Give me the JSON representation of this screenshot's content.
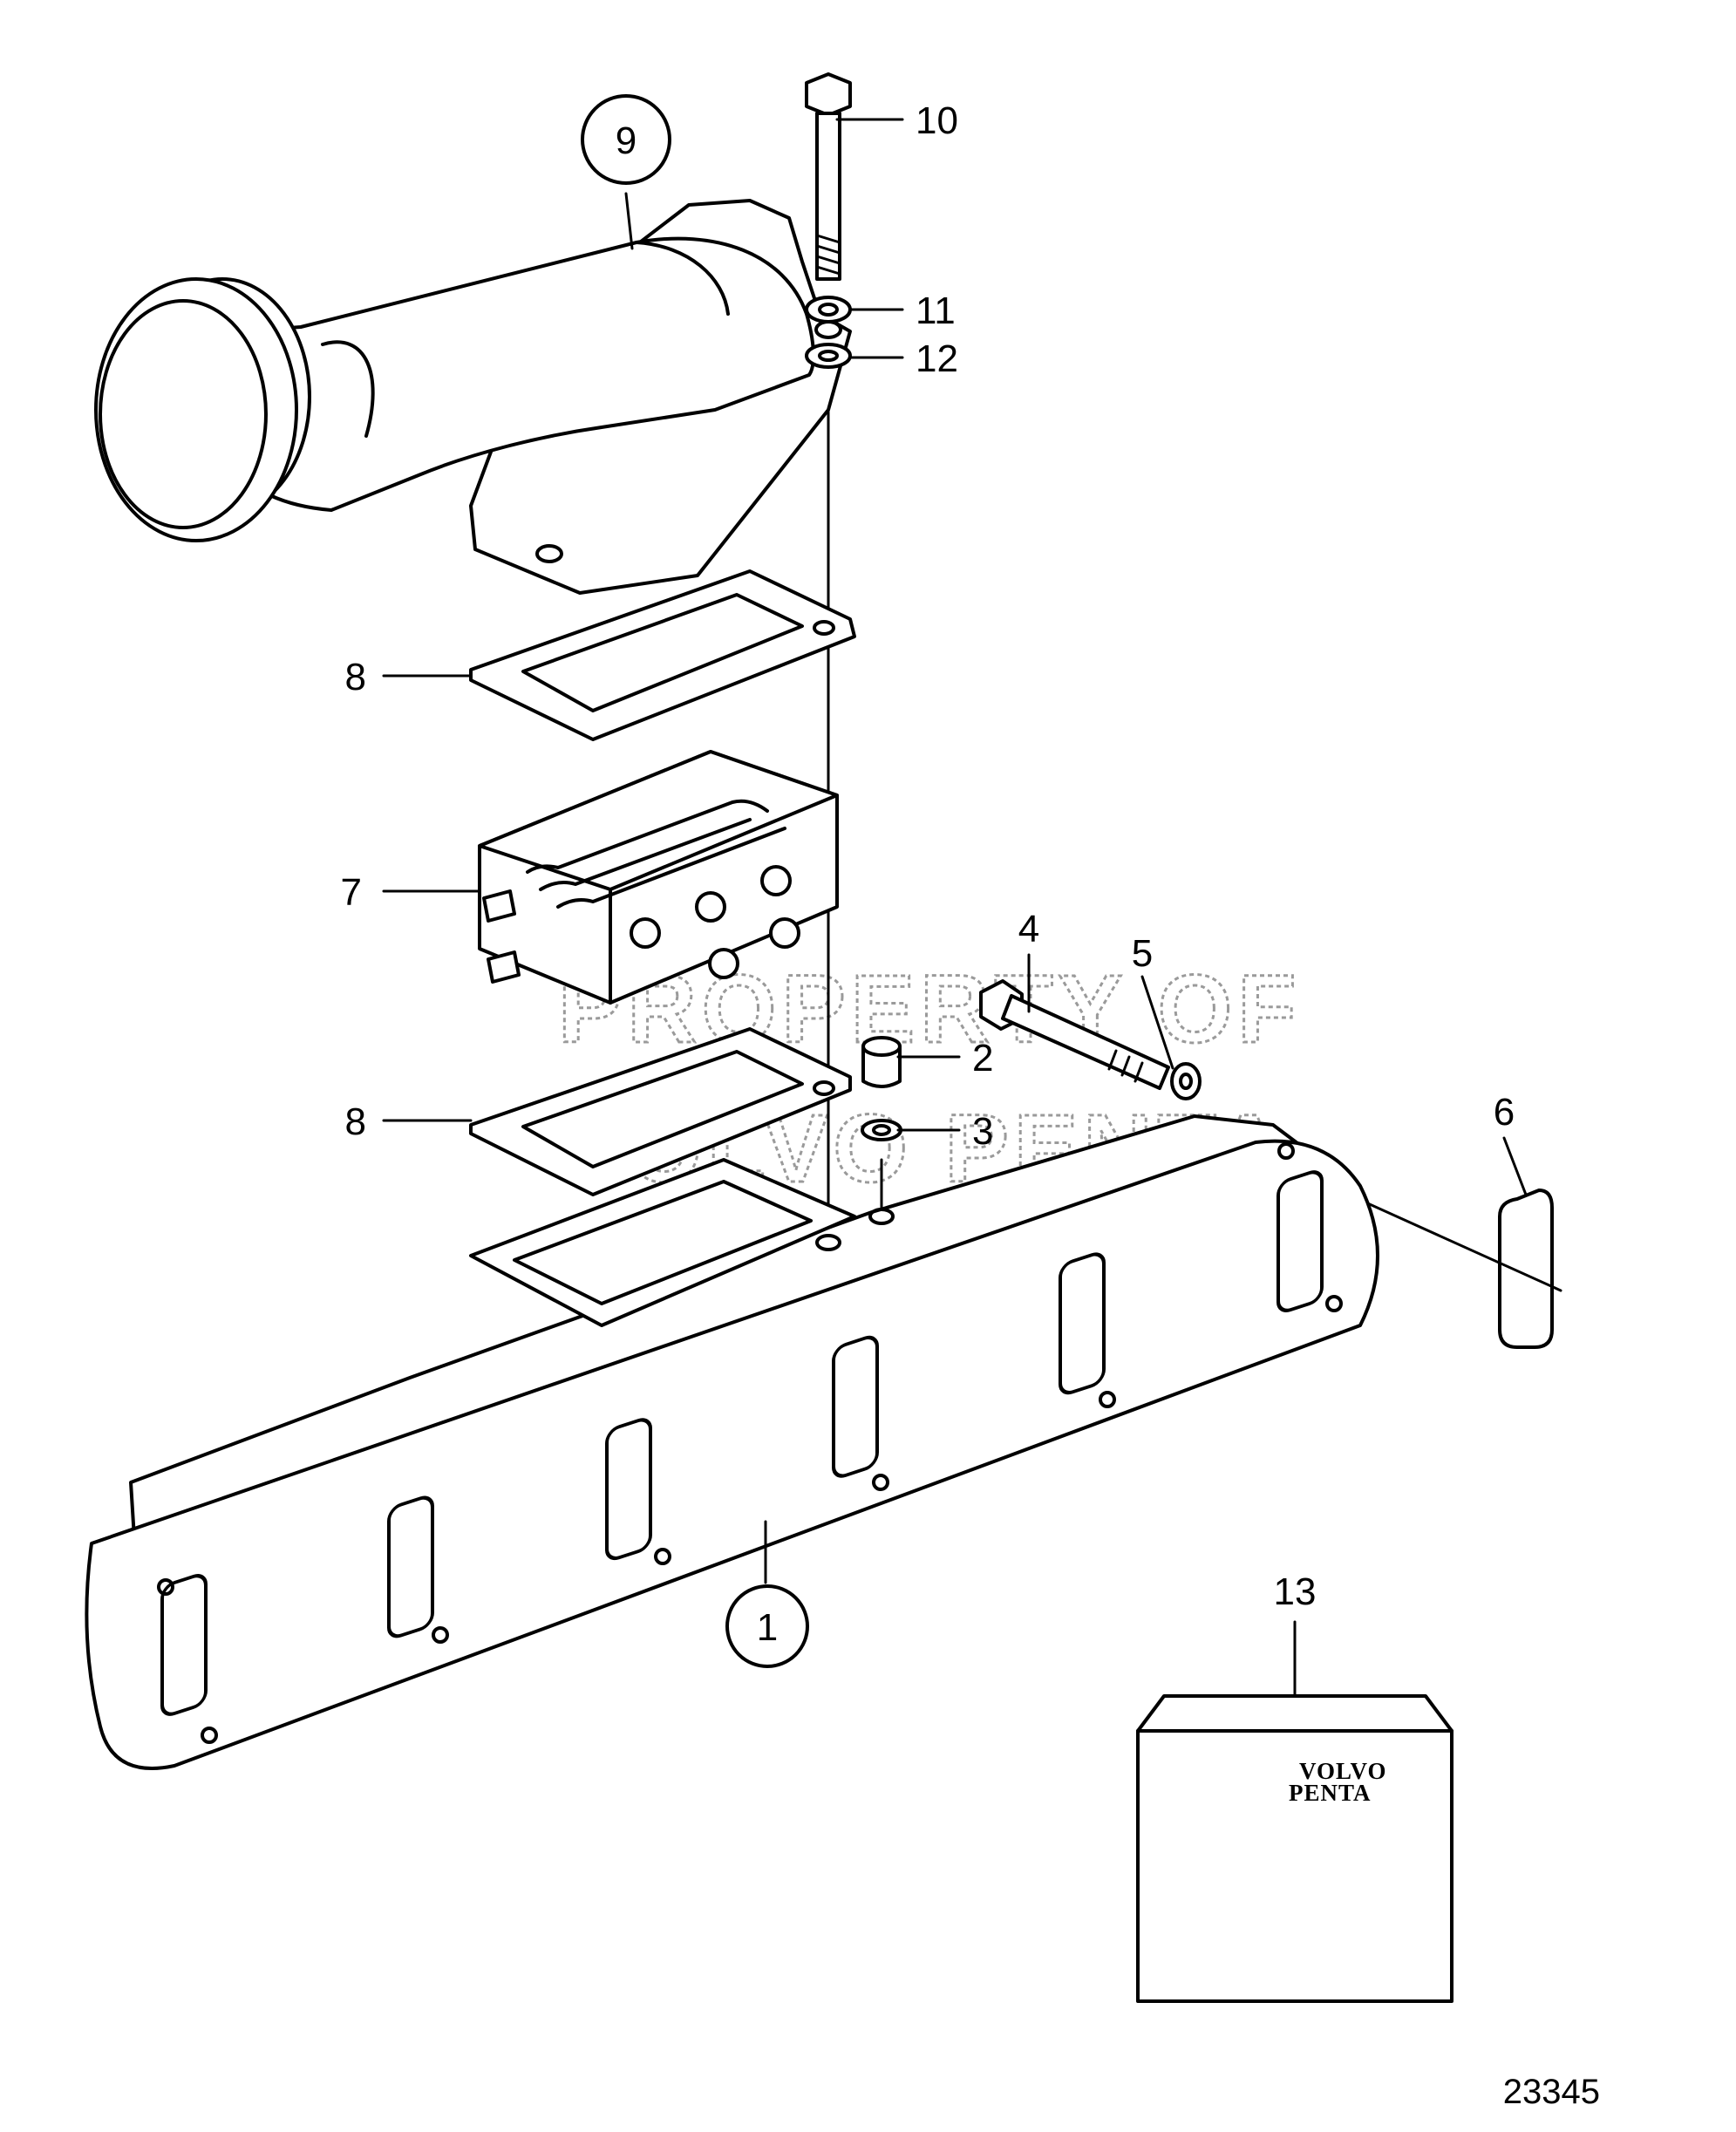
{
  "diagram": {
    "reference_number": "23345",
    "watermark": {
      "line1": "PROPERTY OF",
      "line2": "VOLVO PENTA"
    },
    "kit_logo": {
      "line1": "VOLVO",
      "line2": "PENTA"
    },
    "callouts": [
      {
        "id": "1",
        "part": "exhaust-manifold",
        "circled": true
      },
      {
        "id": "2",
        "part": "plug",
        "circled": false
      },
      {
        "id": "3",
        "part": "sealing-washer",
        "circled": false
      },
      {
        "id": "4",
        "part": "screw",
        "circled": false
      },
      {
        "id": "5",
        "part": "washer",
        "circled": false
      },
      {
        "id": "6",
        "part": "o-ring",
        "circled": false
      },
      {
        "id": "7",
        "part": "heat-exchanger-insert",
        "circled": false
      },
      {
        "id": "8",
        "part": "gasket",
        "circled": false
      },
      {
        "id": "9",
        "part": "exhaust-elbow",
        "circled": true
      },
      {
        "id": "10",
        "part": "bolt",
        "circled": false
      },
      {
        "id": "11",
        "part": "spring-washer",
        "circled": false
      },
      {
        "id": "12",
        "part": "washer",
        "circled": false
      },
      {
        "id": "13",
        "part": "gasket-kit",
        "circled": false
      }
    ]
  }
}
